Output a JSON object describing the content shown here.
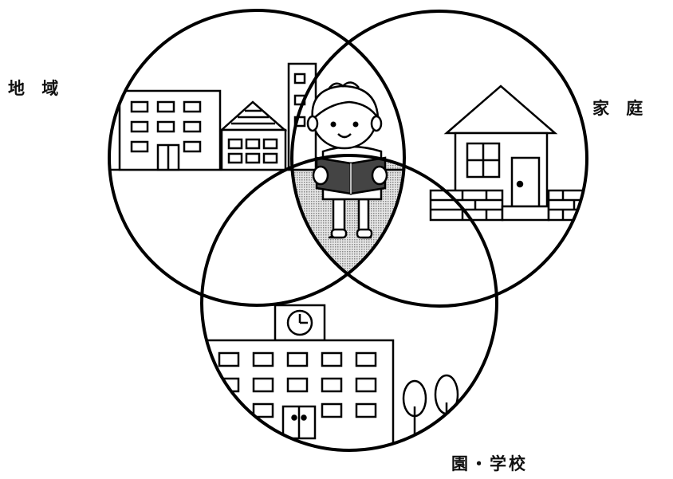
{
  "labels": {
    "community": "地 域",
    "home": "家 庭",
    "school": "園・学校"
  },
  "colors": {
    "line": "#000000",
    "background": "#ffffff",
    "overlap_fill": "#bdbdbd"
  }
}
